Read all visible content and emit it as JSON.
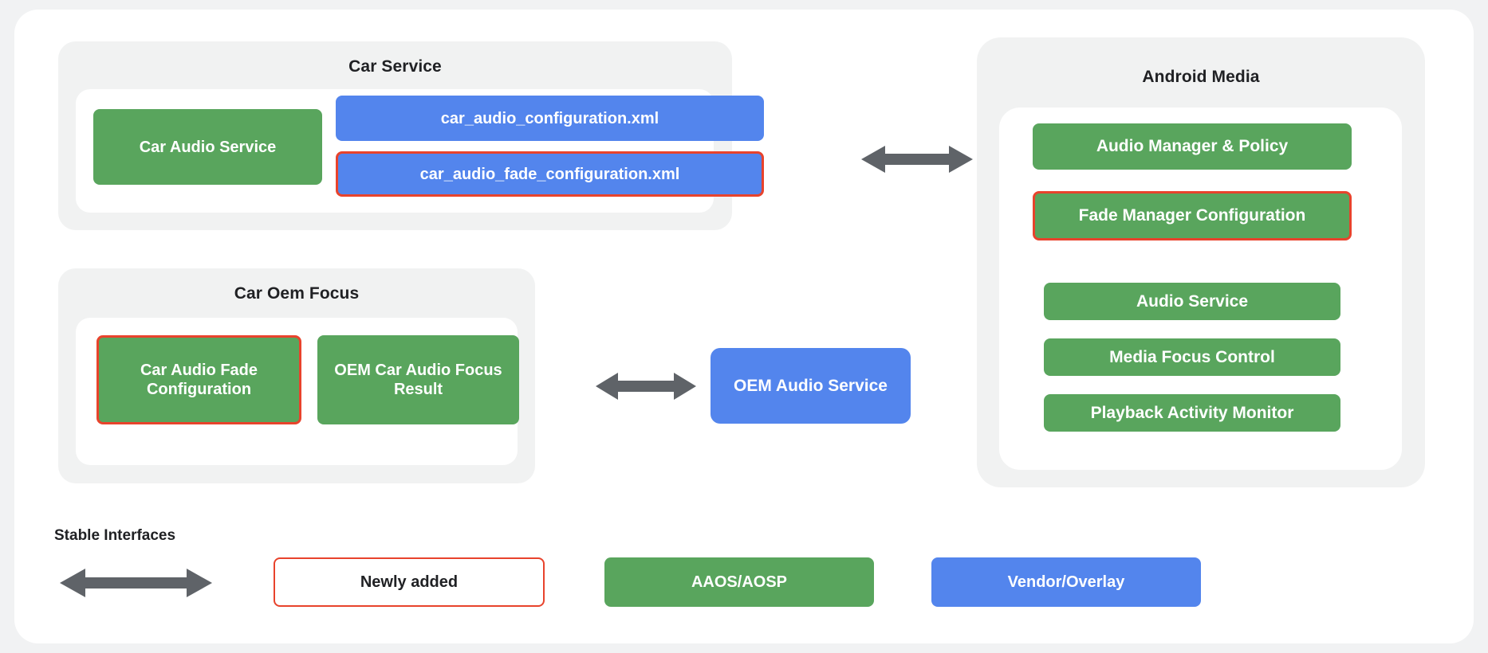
{
  "diagram": {
    "title_colors": {
      "green": "#59a55d",
      "blue": "#5385ed",
      "highlight_red": "#e8432c",
      "panel_gray": "#f1f2f2",
      "arrow_gray": "#5f6368",
      "card_white": "#ffffff",
      "text_dark": "#202124"
    },
    "groups": {
      "car_service": {
        "title": "Car Service",
        "nodes": [
          {
            "label": "Car Audio Service",
            "style": "green",
            "highlighted": false
          },
          {
            "label": "car_audio_configuration.xml",
            "style": "blue",
            "highlighted": false
          },
          {
            "label": "car_audio_fade_configuration.xml",
            "style": "blue",
            "highlighted": true
          }
        ]
      },
      "car_oem_focus": {
        "title": "Car Oem Focus",
        "nodes": [
          {
            "label": "Car Audio Fade Configuration",
            "style": "green",
            "highlighted": true
          },
          {
            "label": "OEM Car Audio Focus Result",
            "style": "green",
            "highlighted": false
          }
        ]
      },
      "android_media": {
        "title": "Android Media",
        "nodes": [
          {
            "label": "Audio Manager & Policy",
            "style": "green",
            "highlighted": false
          },
          {
            "label": "Fade Manager Configuration",
            "style": "green",
            "highlighted": true
          },
          {
            "label": "Audio Service",
            "style": "green",
            "highlighted": false
          },
          {
            "label": "Media Focus Control",
            "style": "green",
            "highlighted": false
          },
          {
            "label": "Playback Activity Monitor",
            "style": "green",
            "highlighted": false
          }
        ]
      }
    },
    "standalone_nodes": [
      {
        "label": "OEM Audio Service",
        "style": "blue",
        "highlighted": false
      }
    ],
    "connectors": [
      {
        "name": "car-service-to-android-media",
        "type": "double-arrow"
      },
      {
        "name": "car-oem-focus-to-oem-audio-service",
        "type": "double-arrow"
      }
    ]
  },
  "legend": {
    "stable_interfaces_label": "Stable Interfaces",
    "items": [
      {
        "label": "Newly added",
        "style": "outline"
      },
      {
        "label": "AAOS/AOSP",
        "style": "green"
      },
      {
        "label": "Vendor/Overlay",
        "style": "blue"
      }
    ]
  }
}
